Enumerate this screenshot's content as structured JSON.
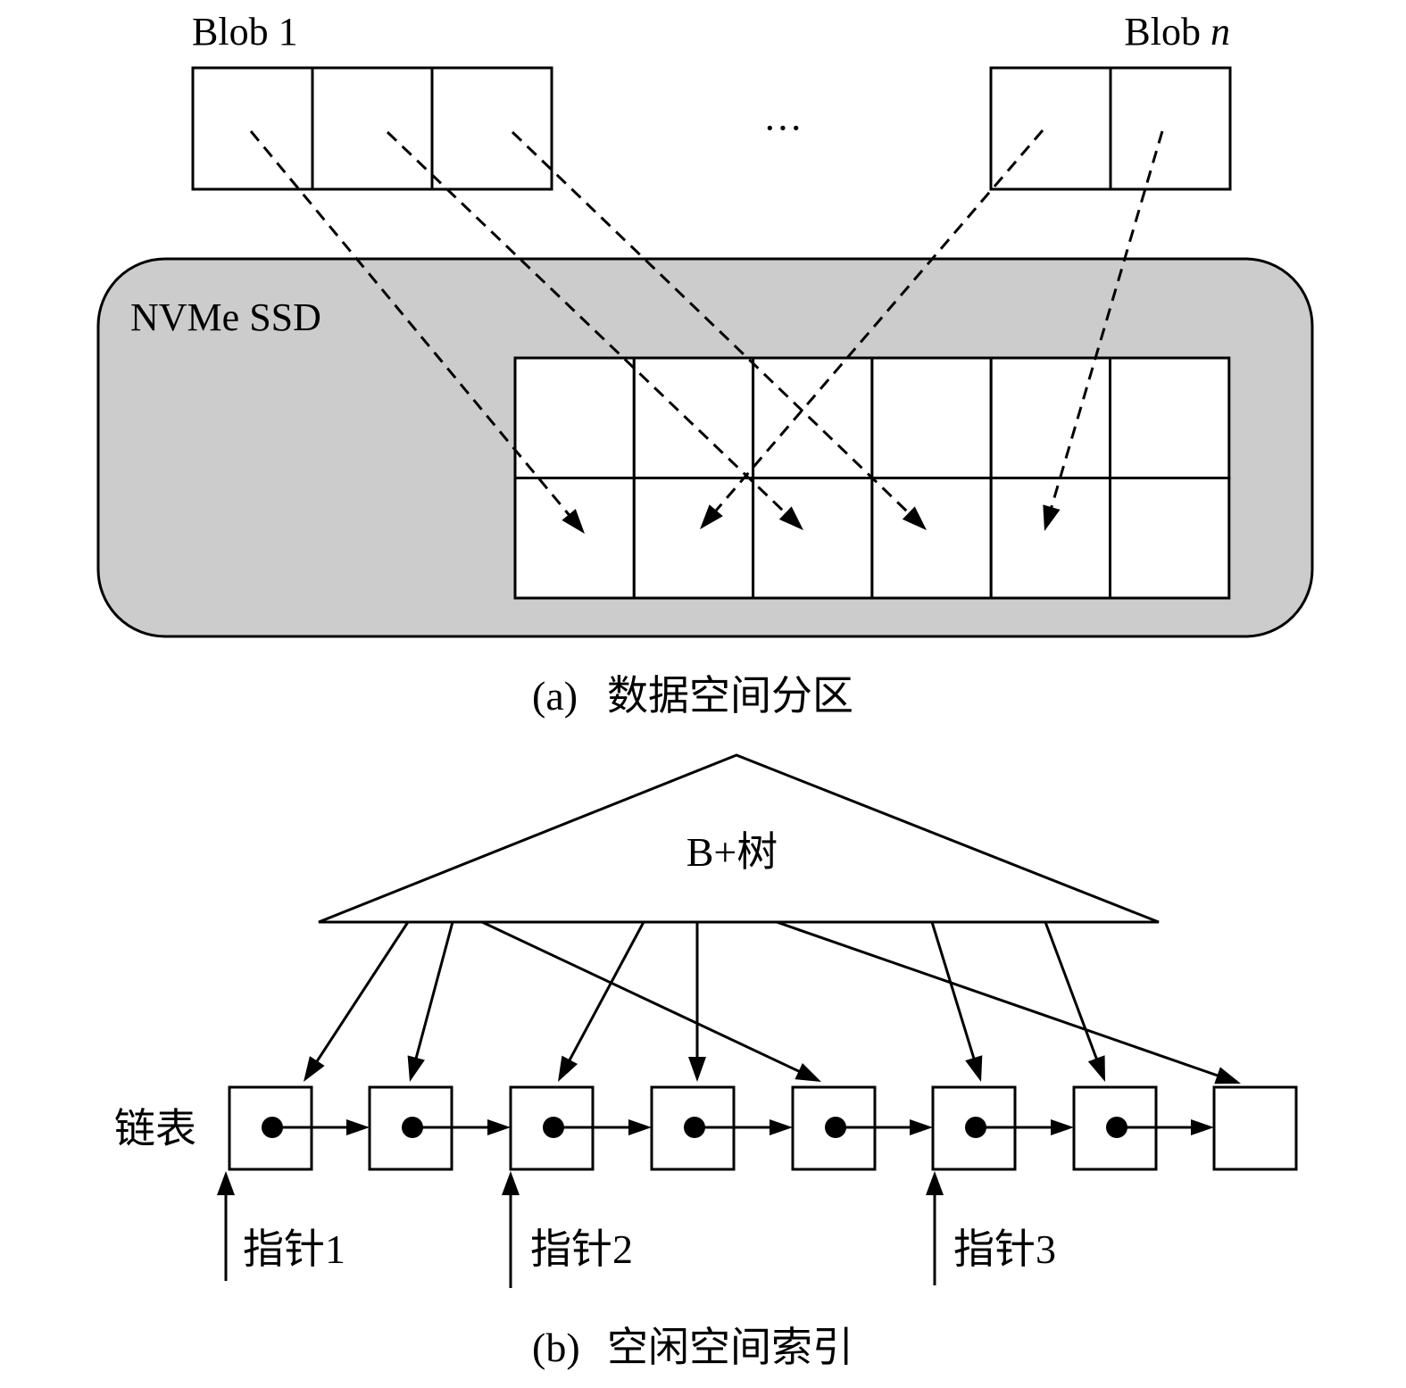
{
  "part_a": {
    "blob_first_label": "Blob 1",
    "blob_last_label_prefix": "Blob ",
    "blob_last_label_var": "n",
    "ellipsis": "···",
    "ssd_label": "NVMe SSD",
    "caption_tag": "(a)",
    "caption_text": "数据空间分区",
    "colors": {
      "ssd_fill": "#cccccc",
      "stroke": "#000000",
      "cell_fill": "#ffffff"
    }
  },
  "part_b": {
    "tree_label": "B+树",
    "list_label": "链表",
    "pointers": [
      {
        "label": "指针1"
      },
      {
        "label": "指针2"
      },
      {
        "label": "指针3"
      }
    ],
    "caption_tag": "(b)",
    "caption_text": "空闲空间索引"
  }
}
